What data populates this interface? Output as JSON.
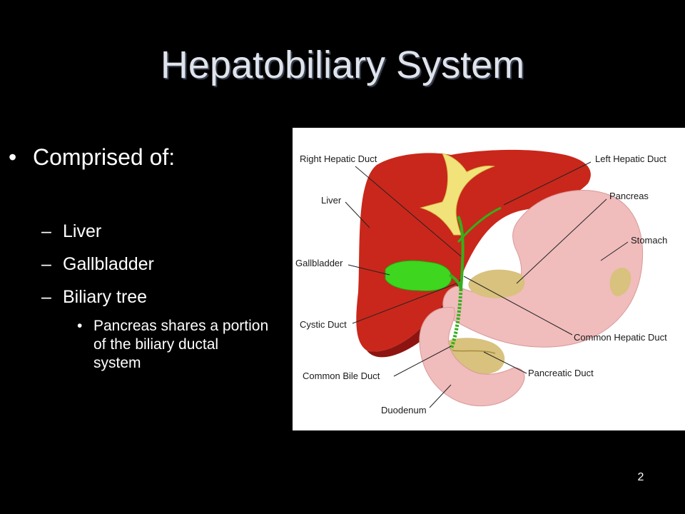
{
  "slide": {
    "title": "Hepatobiliary System",
    "bullet": {
      "marker": "•",
      "text": "Comprised of:"
    },
    "subitems": [
      {
        "marker": "–",
        "text": "Liver"
      },
      {
        "marker": "–",
        "text": "Gallbladder"
      },
      {
        "marker": "–",
        "text": "Biliary tree"
      }
    ],
    "subsubitem": {
      "marker": "•",
      "text": "Pancreas shares a portion of the biliary ductal system"
    },
    "page_number": "2"
  },
  "figure": {
    "labels": {
      "right_hepatic_duct": "Right Hepatic Duct",
      "left_hepatic_duct": "Left Hepatic Duct",
      "liver": "Liver",
      "pancreas": "Pancreas",
      "stomach": "Stomach",
      "gallbladder": "Gallbladder",
      "cystic_duct": "Cystic Duct",
      "common_hepatic_duct": "Common Hepatic Duct",
      "common_bile_duct": "Common Bile Duct",
      "pancreatic_duct": "Pancreatic Duct",
      "duodenum": "Duodenum"
    },
    "colors": {
      "liver": "#c9271b",
      "liver_dark": "#8d1410",
      "gallbladder": "#3ed61f",
      "ducts": "#34b01a",
      "stomach": "#f0bcbc",
      "pancreas": "#d8c27e",
      "hepatic_ducts_yellow": "#f2e27a"
    }
  }
}
